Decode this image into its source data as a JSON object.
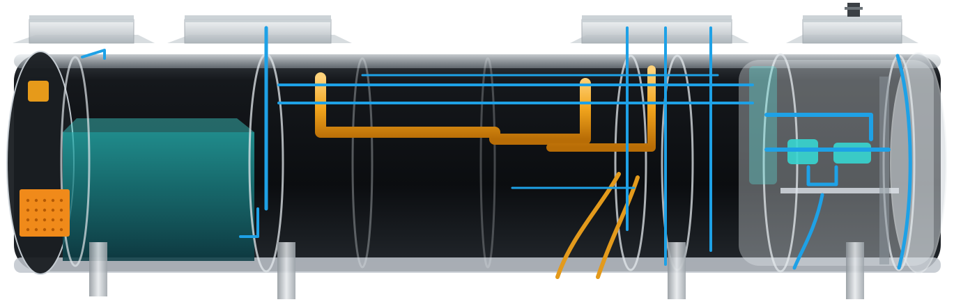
{
  "colors": {
    "background": "#ffffff",
    "tank_body_dark": "#0c0e11",
    "tank_glass": "#cfd6dc",
    "cover_glass": "#d9dde0",
    "blue_pipe": "#1ea1e6",
    "blue_pipe_dark": "#0b6fb8",
    "orange_pipe": "#f2a51d",
    "orange_pipe_dark": "#c97a0a",
    "water_teal": "#1fa7a6",
    "equipment_cyan": "#37d6d2",
    "orange_tray": "#f08a1a",
    "support_leg": "#c9cdd1"
  },
  "icons": {
    "tank": "horizontal-cylinder-tank",
    "manhole": "access-cover",
    "pump": "pump-unit",
    "vent": "vent-cap",
    "tray": "filter-basket"
  },
  "labels": {}
}
